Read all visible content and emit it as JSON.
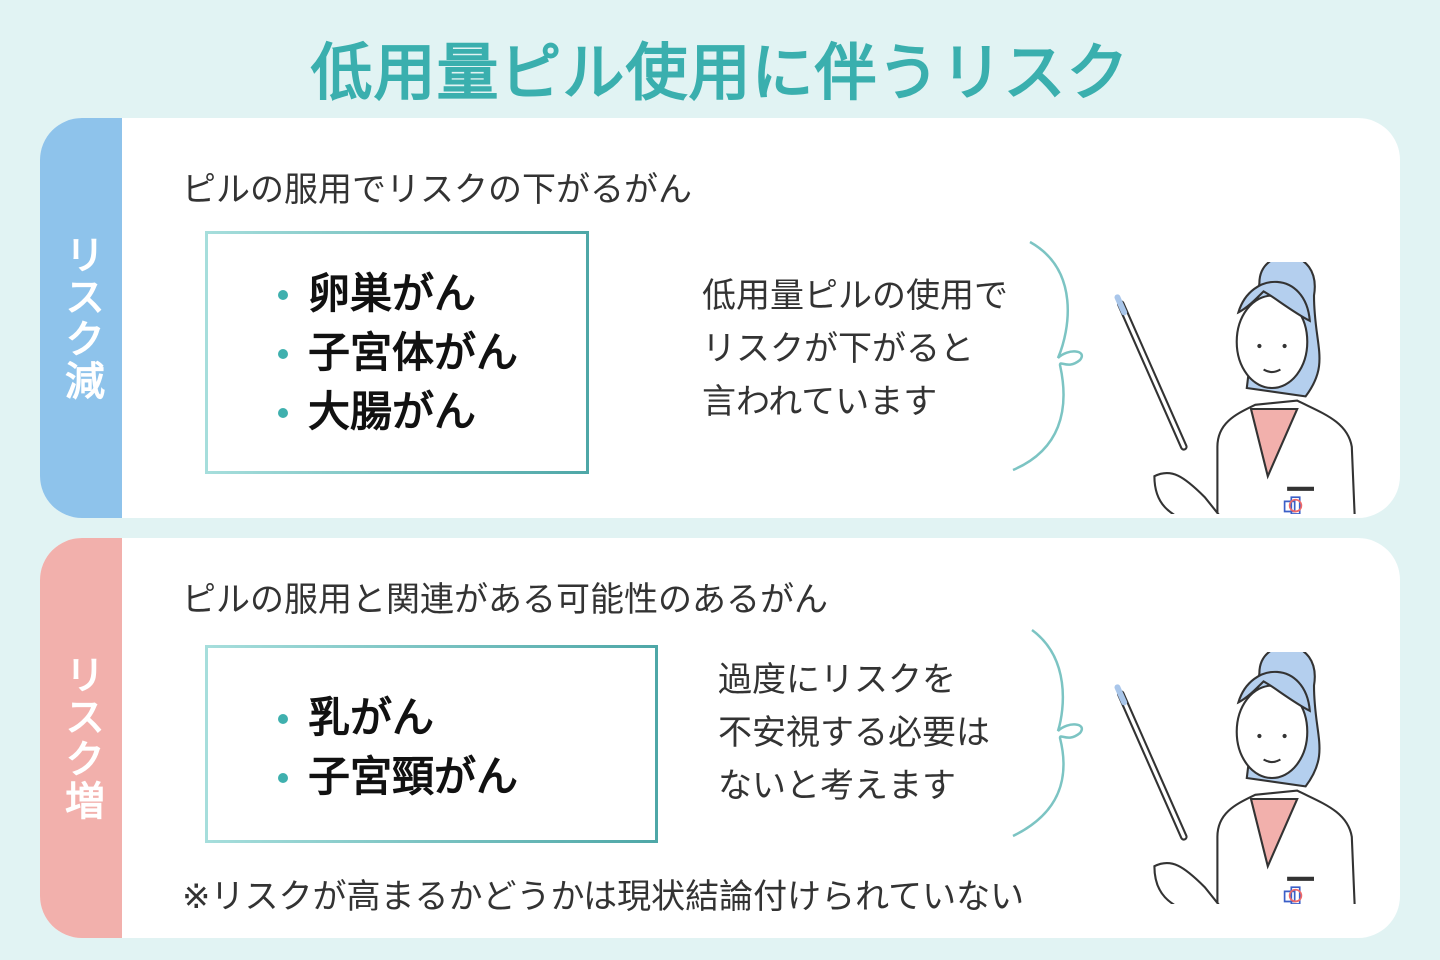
{
  "title": "低用量ピル使用に伴うリスク",
  "sections": [
    {
      "label": "リスク減",
      "color": "#8ec3eb",
      "heading": "ピルの服用でリスクの下がるがん",
      "items": [
        "卵巣がん",
        "子宮体がん",
        "大腸がん"
      ],
      "note": [
        "低用量ピルの使用で",
        "リスクが下がると",
        "言われています"
      ]
    },
    {
      "label": "リスク増",
      "color": "#f2b0ac",
      "heading": "ピルの服用と関連がある可能性のあるがん",
      "items": [
        "乳がん",
        "子宮頸がん"
      ],
      "note": [
        "過度にリスクを",
        "不安視する必要は",
        "ないと考えます"
      ],
      "footnote": "※リスクが高まるかどうかは現状結論付けられていない"
    }
  ],
  "accent": "#3aafae"
}
